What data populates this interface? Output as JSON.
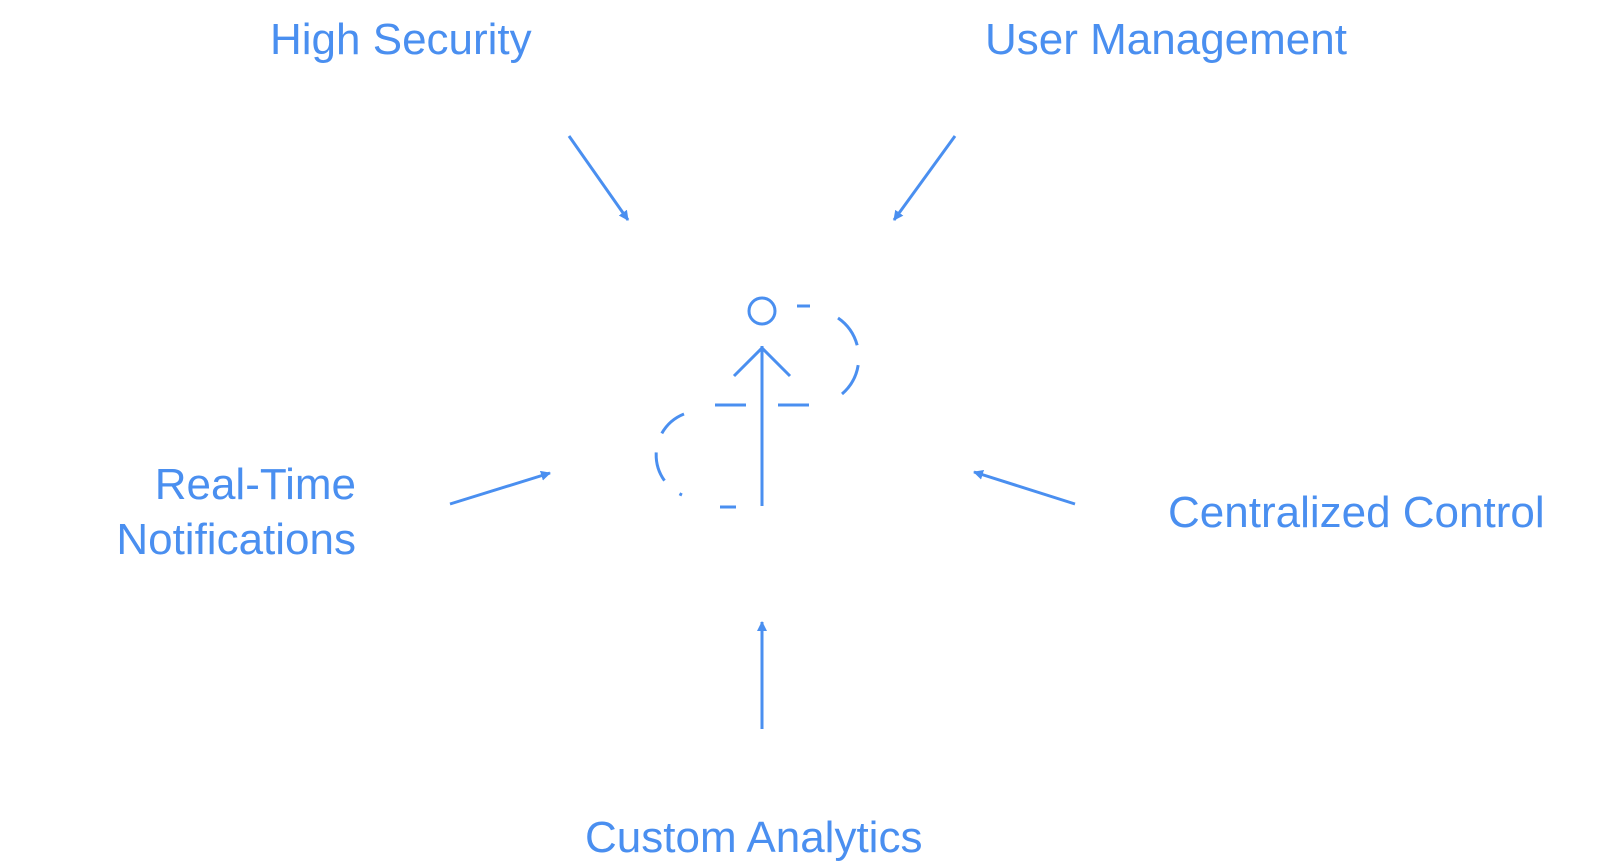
{
  "diagram": {
    "labels": {
      "high_security": "High Security",
      "user_management": "User Management",
      "real_time_line1": "Real-Time",
      "real_time_line2": "Notifications",
      "centralized_control": "Centralized Control",
      "custom_analytics": "Custom Analytics"
    },
    "icons": {
      "center": "upload-cloud-icon",
      "arrow": "arrow-icon"
    },
    "colors": {
      "accent": "#4a8ff0",
      "background": "#ffffff"
    }
  }
}
